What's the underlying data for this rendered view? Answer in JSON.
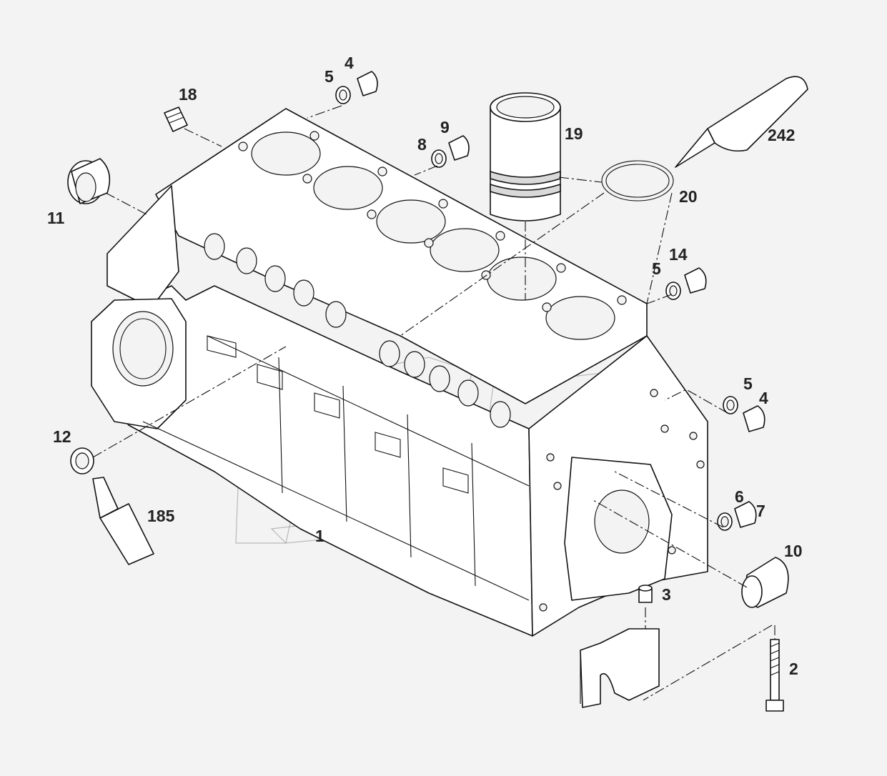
{
  "callouts": {
    "c1": "1",
    "c2": "2",
    "c3": "3",
    "c4a": "4",
    "c4b": "4",
    "c5a": "5",
    "c5b": "5",
    "c5c": "5",
    "c6": "6",
    "c7": "7",
    "c8": "8",
    "c9": "9",
    "c10": "10",
    "c11": "11",
    "c12": "12",
    "c14": "14",
    "c18": "18",
    "c19": "19",
    "c20": "20",
    "c185": "185",
    "c242": "242"
  },
  "colors": {
    "background": "#f3f3f3",
    "line": "#111111",
    "label": "#222222"
  }
}
